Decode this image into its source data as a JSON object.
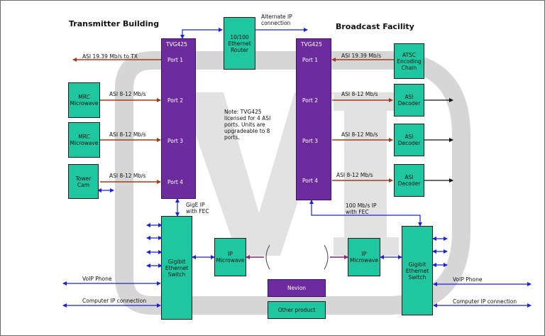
{
  "headings": {
    "transmitter": "Transmitter Building",
    "broadcast": "Broadcast Facility"
  },
  "tvg_left": {
    "title": "TVG425",
    "ports": [
      "Port 1",
      "Port 2",
      "Port 3",
      "Port 4"
    ]
  },
  "tvg_right": {
    "title": "TVG425",
    "ports": [
      "Port 1",
      "Port 2",
      "Port 3",
      "Port 4"
    ]
  },
  "router": "10/100\nEthernet\nRouter",
  "mrc1": "MRC\nMicrowave",
  "mrc2": "MRC\nMicrowave",
  "towercam": "Tower\nCam",
  "atsc": "ATSC\nEncoding\nChain",
  "decoder1": "ASI\nDecoder",
  "decoder2": "ASI\nDecoder",
  "decoder3": "ASI\nDecoder",
  "switch_left": "Gigibit\nEthernet\nSwitch",
  "switch_right": "Gigibit\nEthernet\nSwitch",
  "ip_micro_left": "IP\nMicrowave",
  "ip_micro_right": "IP\nMicrowave",
  "nevion": "Nevion",
  "other_product": "Other product",
  "labels": {
    "asi_tx": "ASI 19.39 Mb/s to TX",
    "asi_mrc1": "ASI 8-12 Mb/s",
    "asi_mrc2": "ASI 8-12 Mb/s",
    "asi_tower": "ASI 8-12 Mb/s",
    "asi_atsc": "ASI 19.39 Mb/s",
    "asi_dec1": "ASI 8-12 Mb/s",
    "asi_dec2": "ASI 8-12 Mb/s",
    "asi_dec3": "ASI 8-12 Mb/s",
    "alt_ip": "Alternate IP\nconnection",
    "gige_ip": "GigE IP\nwith FEC",
    "ip100": "100 Mb/s IP\nwith FEC",
    "voip_left": "VoIP Phone",
    "voip_right": "VoIP Phone",
    "comp_left": "Computer IP connection",
    "comp_right": "Computer IP connection",
    "note": "Note: TVG425 licensed for 4 ASI ports.  Units are upgradeable to 8 ports."
  },
  "colors": {
    "teal": "#1fc7a0",
    "purple": "#6d2c9e",
    "asi_line": "#a23a1a",
    "ip_line": "#1a22e0",
    "microwave_link": "#8e1f7a",
    "watermark": "#d4d4d4"
  }
}
